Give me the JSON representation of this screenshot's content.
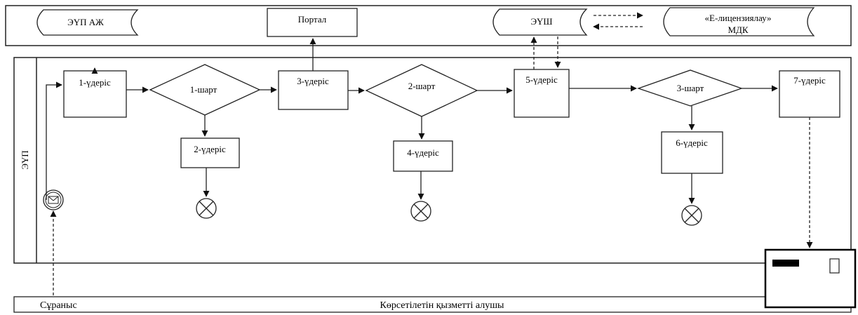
{
  "top_lane": {
    "systems": {
      "eup_aj": "ЭҮП АЖ",
      "portal": "Портал",
      "eush": "ЭҮШ",
      "e_license_line1": "«Е-лицензиялау»",
      "e_license_line2": "МДК"
    }
  },
  "process_lane": {
    "label": "ЭҮП",
    "steps": {
      "s1": "1-үдеріс",
      "s2": "2-үдеріс",
      "s3": "3-үдеріс",
      "s4": "4-үдеріс",
      "s5": "5-үдеріс",
      "s6": "6-үдеріс",
      "s7": "7-үдеріс"
    },
    "conditions": {
      "c1": "1-шарт",
      "c2": "2-шарт",
      "c3": "3-шарт"
    }
  },
  "bottom_lane": {
    "request_label": "Сұраныс",
    "recipient_label": "Көрсетілетін қызметті алушы"
  }
}
